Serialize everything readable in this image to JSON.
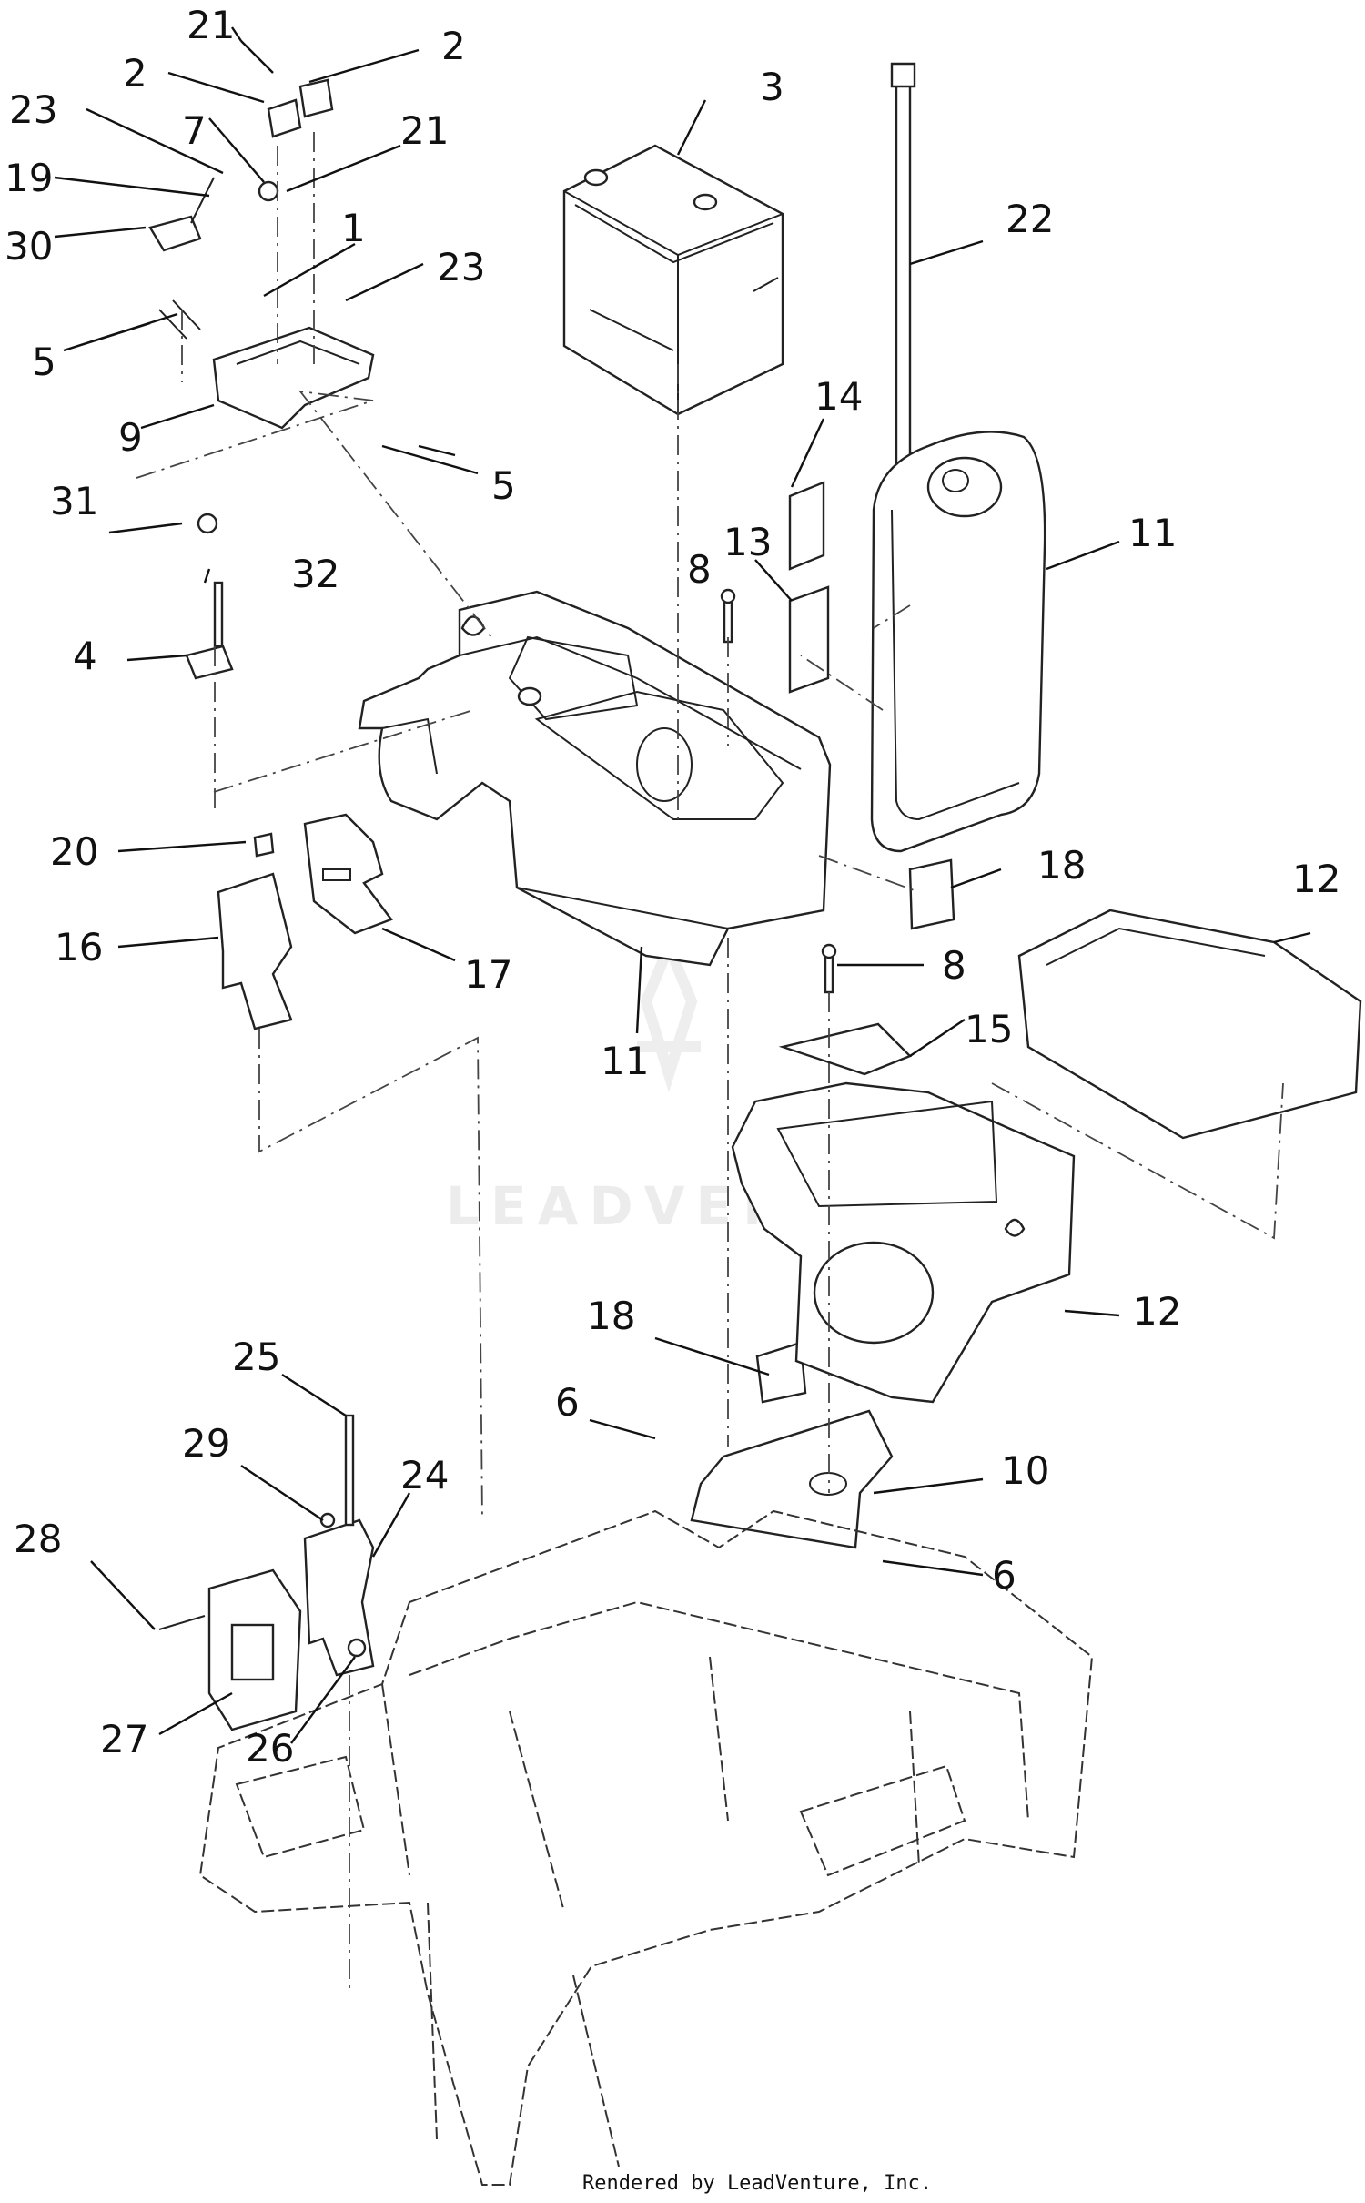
{
  "diagram": {
    "type": "exploded-parts-diagram",
    "callouts": [
      "1",
      "2",
      "3",
      "4",
      "5",
      "6",
      "7",
      "8",
      "9",
      "10",
      "11",
      "12",
      "13",
      "14",
      "15",
      "16",
      "17",
      "18",
      "19",
      "20",
      "21",
      "22",
      "23",
      "24",
      "25",
      "26",
      "27",
      "28",
      "29",
      "30",
      "31",
      "32"
    ],
    "watermark": "LEADVENTURE",
    "footer": "Rendered by LeadVenture, Inc.",
    "colors": {
      "line": "#222222",
      "background": "#ffffff",
      "watermark": "#ececec"
    }
  }
}
